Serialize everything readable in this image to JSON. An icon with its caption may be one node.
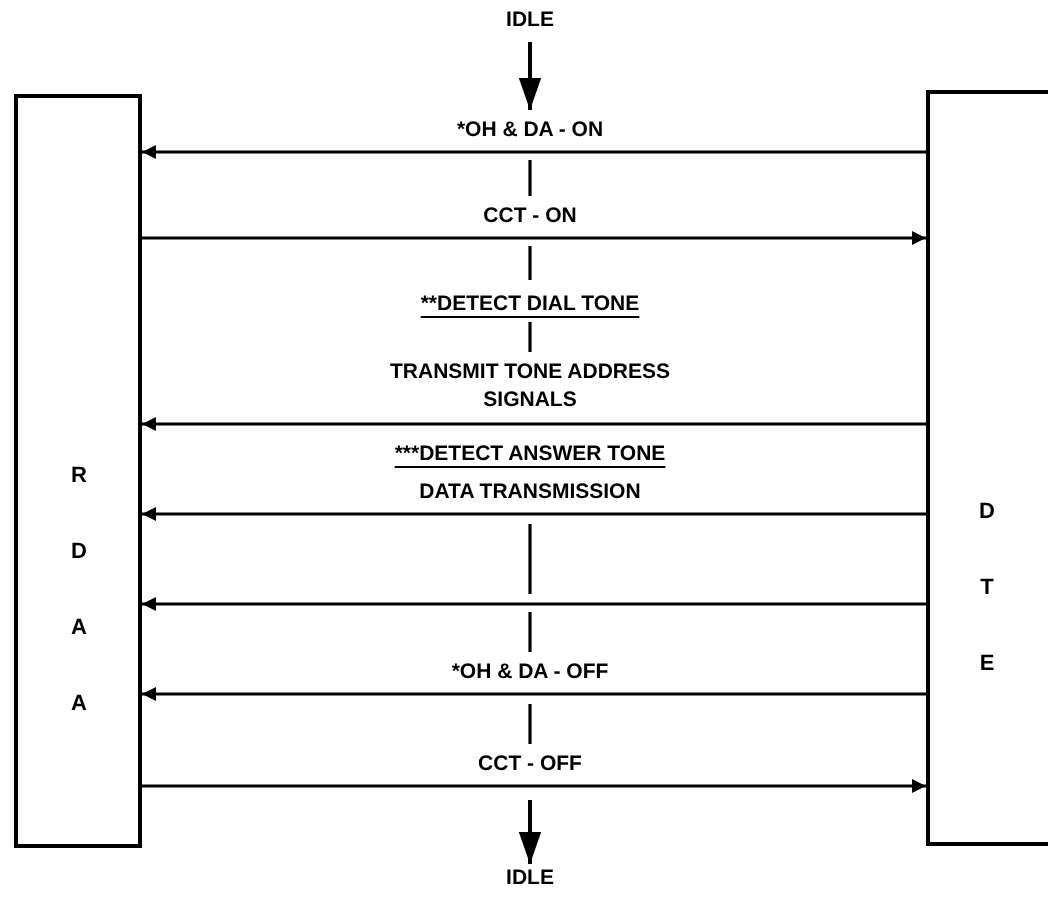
{
  "diagram": {
    "nodes": [
      {
        "text": [
          "IDLE"
        ]
      },
      {
        "text": [
          "R D A A"
        ]
      },
      {
        "text": [
          "D T E"
        ]
      },
      {
        "text": [
          "IDLE"
        ]
      }
    ],
    "edges": [
      {
        "from": 0,
        "to": null,
        "arrow": "to"
      },
      {
        "from": 2,
        "to": 1,
        "arrow": "to",
        "label": "*OH & DA - ON"
      },
      {
        "from": 1,
        "to": 2,
        "arrow": "to",
        "label": "CCT - ON"
      },
      {
        "from": 2,
        "to": 1,
        "arrow": "to",
        "label": "TRANSMIT TONE ADDRESS SIGNALS"
      },
      {
        "from": 2,
        "to": 1,
        "arrow": "to",
        "label": "DATA TRANSMISSION"
      },
      {
        "from": 2,
        "to": 1,
        "arrow": "to"
      },
      {
        "from": 2,
        "to": 1,
        "arrow": "to",
        "label": "*OH & DA - OFF"
      },
      {
        "from": 1,
        "to": 2,
        "arrow": "to",
        "label": "CCT - OFF"
      },
      {
        "from": null,
        "to": 3,
        "arrow": "to"
      }
    ],
    "labels": [
      "**DETECT DIAL TONE",
      "***DETECT ANSWER TONE"
    ]
  }
}
